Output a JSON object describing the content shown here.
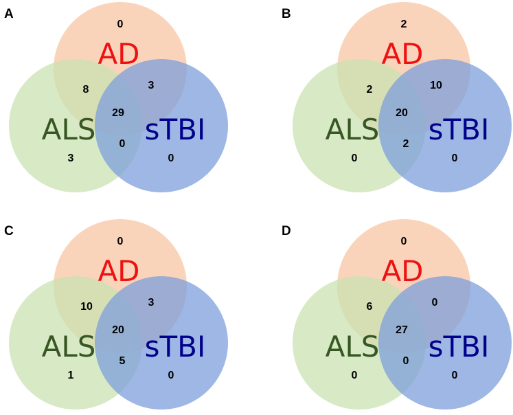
{
  "labels": {
    "ad": "AD",
    "als": "ALS",
    "stbi": "sTBI"
  },
  "colors": {
    "ad_fill": "#f8c5a3",
    "als_fill": "#c9e1b2",
    "stbi_fill": "#7d9fdb",
    "ad_text": "#ee1111",
    "als_text": "#375623",
    "stbi_text": "#00008b"
  },
  "panels": [
    {
      "letter": "A",
      "counts": {
        "ad_only": "0",
        "als_only": "3",
        "stbi_only": "0",
        "ad_als": "8",
        "ad_stbi": "3",
        "als_stbi": "0",
        "all": "29"
      }
    },
    {
      "letter": "B",
      "counts": {
        "ad_only": "2",
        "als_only": "0",
        "stbi_only": "0",
        "ad_als": "2",
        "ad_stbi": "10",
        "als_stbi": "2",
        "all": "20"
      }
    },
    {
      "letter": "C",
      "counts": {
        "ad_only": "0",
        "als_only": "1",
        "stbi_only": "0",
        "ad_als": "10",
        "ad_stbi": "3",
        "als_stbi": "5",
        "all": "20"
      }
    },
    {
      "letter": "D",
      "counts": {
        "ad_only": "0",
        "als_only": "0",
        "stbi_only": "0",
        "ad_als": "6",
        "ad_stbi": "0",
        "als_stbi": "0",
        "all": "27"
      }
    }
  ]
}
